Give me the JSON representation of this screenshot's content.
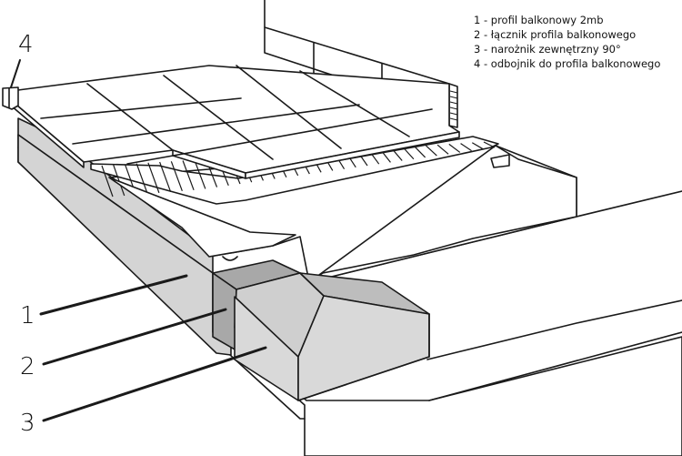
{
  "legend": {
    "items": [
      "1 - profil balkonowy 2mb",
      "2 - łącznik profila balkonowego",
      "3 - narożnik zewnętrzny 90°",
      "4 - odbojnik do profila balkonowego"
    ]
  },
  "callouts": {
    "one": "1",
    "two": "2",
    "three": "3",
    "four": "4"
  },
  "colors": {
    "profile_grey": "#d4d4d4",
    "connector_grey": "#a8a8a8",
    "corner_grey": "#d9d9d9",
    "tile_white": "#ffffff",
    "line": "#1a1a1a"
  }
}
